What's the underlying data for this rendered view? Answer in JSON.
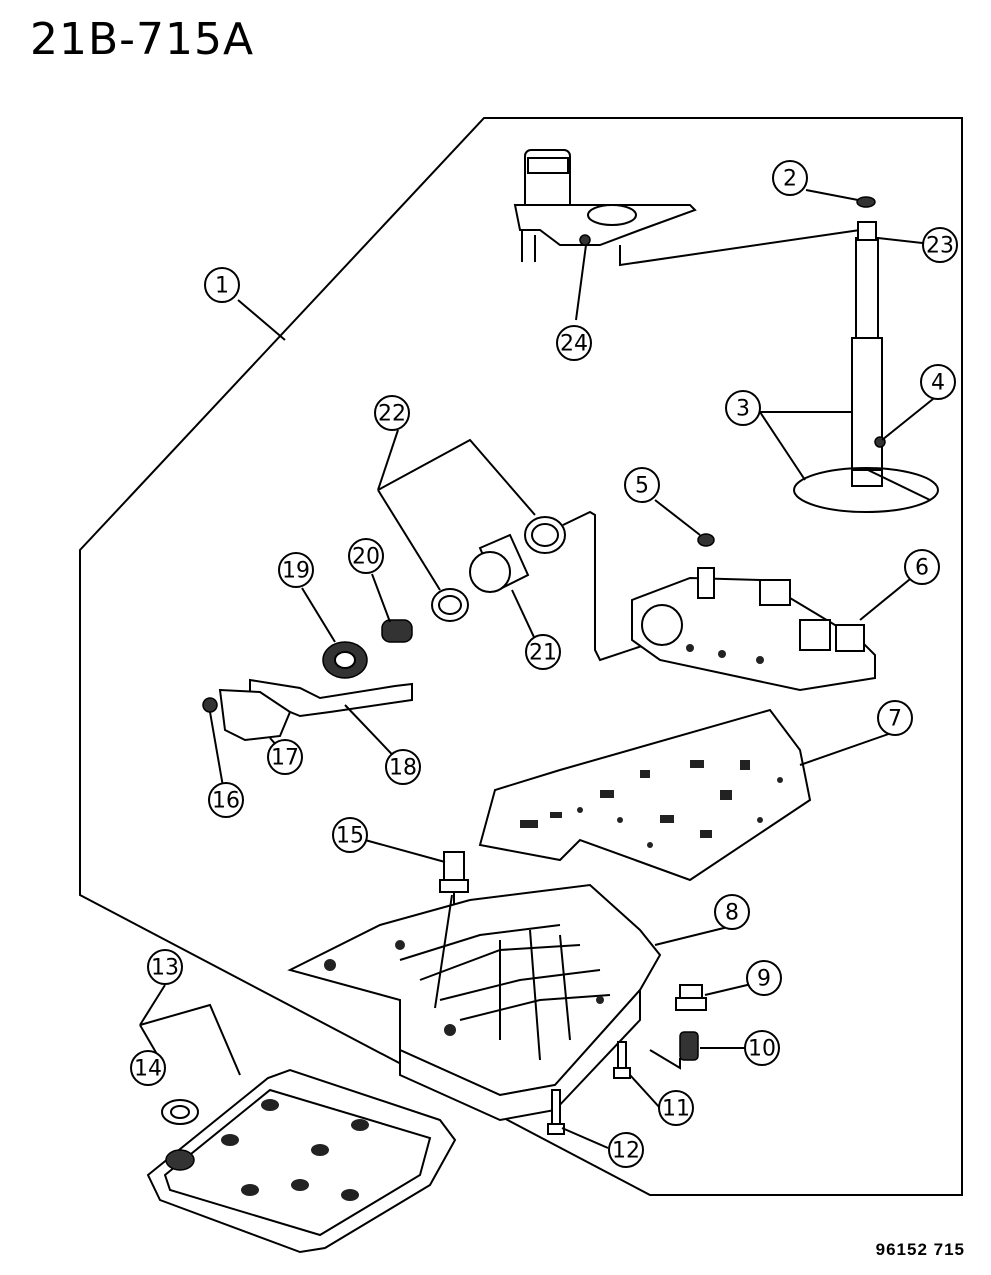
{
  "header": {
    "code": "21B-715A"
  },
  "footer": {
    "ref": "96152 715"
  },
  "callouts": {
    "c1": "1",
    "c2": "2",
    "c3": "3",
    "c4": "4",
    "c5": "5",
    "c6": "6",
    "c7": "7",
    "c8": "8",
    "c9": "9",
    "c10": "10",
    "c11": "11",
    "c12": "12",
    "c13": "13",
    "c14": "14",
    "c15": "15",
    "c16": "16",
    "c17": "17",
    "c18": "18",
    "c19": "19",
    "c20": "20",
    "c21": "21",
    "c22": "22",
    "c23": "23",
    "c24": "24"
  }
}
